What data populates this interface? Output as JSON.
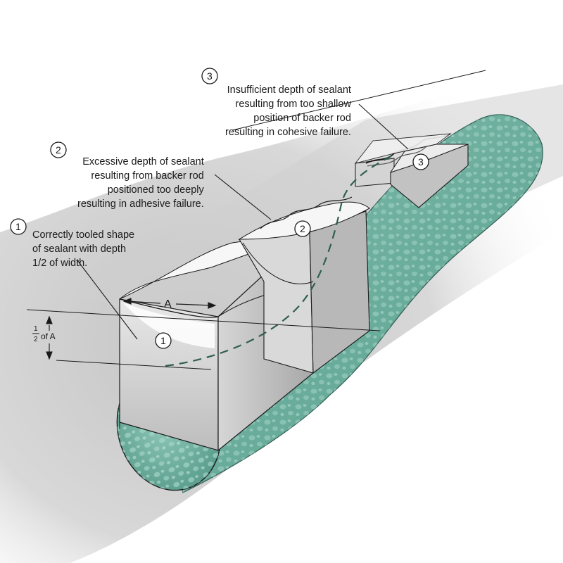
{
  "callouts": [
    {
      "number": "1",
      "lines": [
        "Correctly tooled shape",
        "of sealant with depth",
        "1/2 of width."
      ]
    },
    {
      "number": "2",
      "lines": [
        "Excessive depth of sealant",
        "resulting from backer rod",
        "positioned too deeply",
        "resulting in adhesive failure."
      ]
    },
    {
      "number": "3",
      "lines": [
        "Insufficient depth of sealant",
        "resulting from too shallow",
        "position of backer rod",
        "resulting in cohesive failure."
      ]
    }
  ],
  "joint_labels": [
    "1",
    "2",
    "3"
  ],
  "dimension": {
    "width_label": "A",
    "depth_fraction_num": "1",
    "depth_fraction_den": "2",
    "depth_suffix": "of A"
  },
  "colors": {
    "backer_rod": "#5ea493",
    "backer_rod_dark": "#3e7f6f",
    "substrate": "#c9c9c9",
    "sealant": "#f4f4f4",
    "line": "#1a1a1a"
  }
}
